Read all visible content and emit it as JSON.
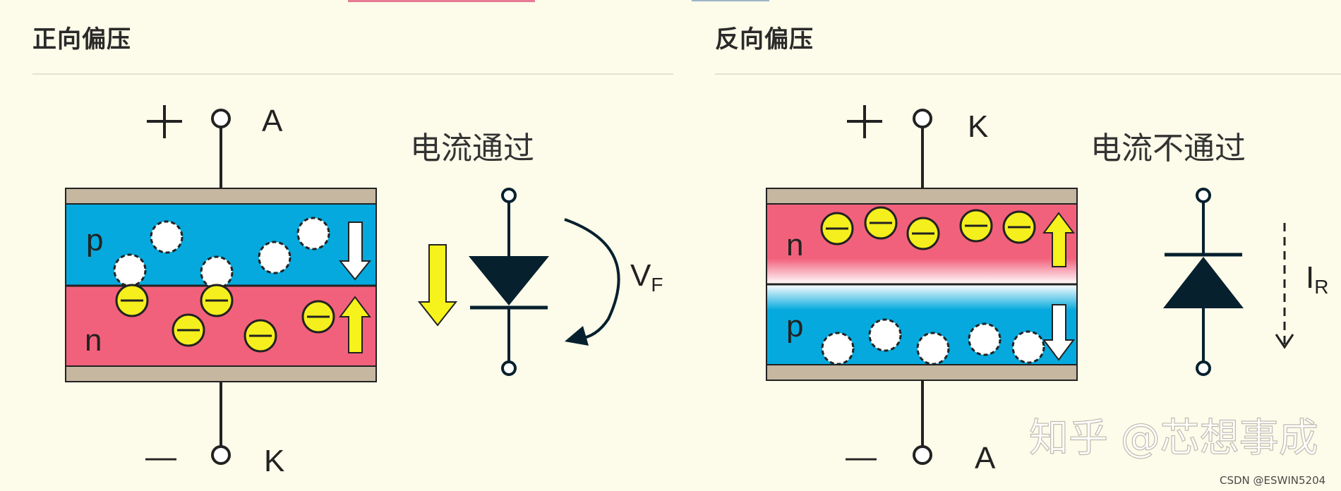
{
  "left": {
    "title": "正向偏压",
    "top_sign": "+",
    "top_terminal": "A",
    "bottom_sign": "—",
    "bottom_terminal": "K",
    "upper_region": "p",
    "lower_region": "n",
    "caption": "电流通过",
    "label_main": "V",
    "label_sub": "F"
  },
  "right": {
    "title": "反向偏压",
    "top_sign": "+",
    "top_terminal": "K",
    "bottom_sign": "—",
    "bottom_terminal": "A",
    "upper_region": "n",
    "lower_region": "p",
    "caption": "电流不通过",
    "label_main": "I",
    "label_sub": "R"
  },
  "watermark": "知乎 @芯想事成",
  "credit": "CSDN @ESWIN5204",
  "colors": {
    "p_region": "#05a9dd",
    "n_region": "#f2617c",
    "contact": "#c6b7a1",
    "hole": "#ffffff",
    "electron": "#f5ef1d",
    "arrow": "#f6f21b",
    "diode": "#06202e",
    "background": "#fdfbe9"
  },
  "icons": {
    "hole": "hole-circle-icon",
    "electron": "electron-minus-icon",
    "diode": "diode-symbol-icon",
    "current_arrow": "arrow-icon"
  }
}
